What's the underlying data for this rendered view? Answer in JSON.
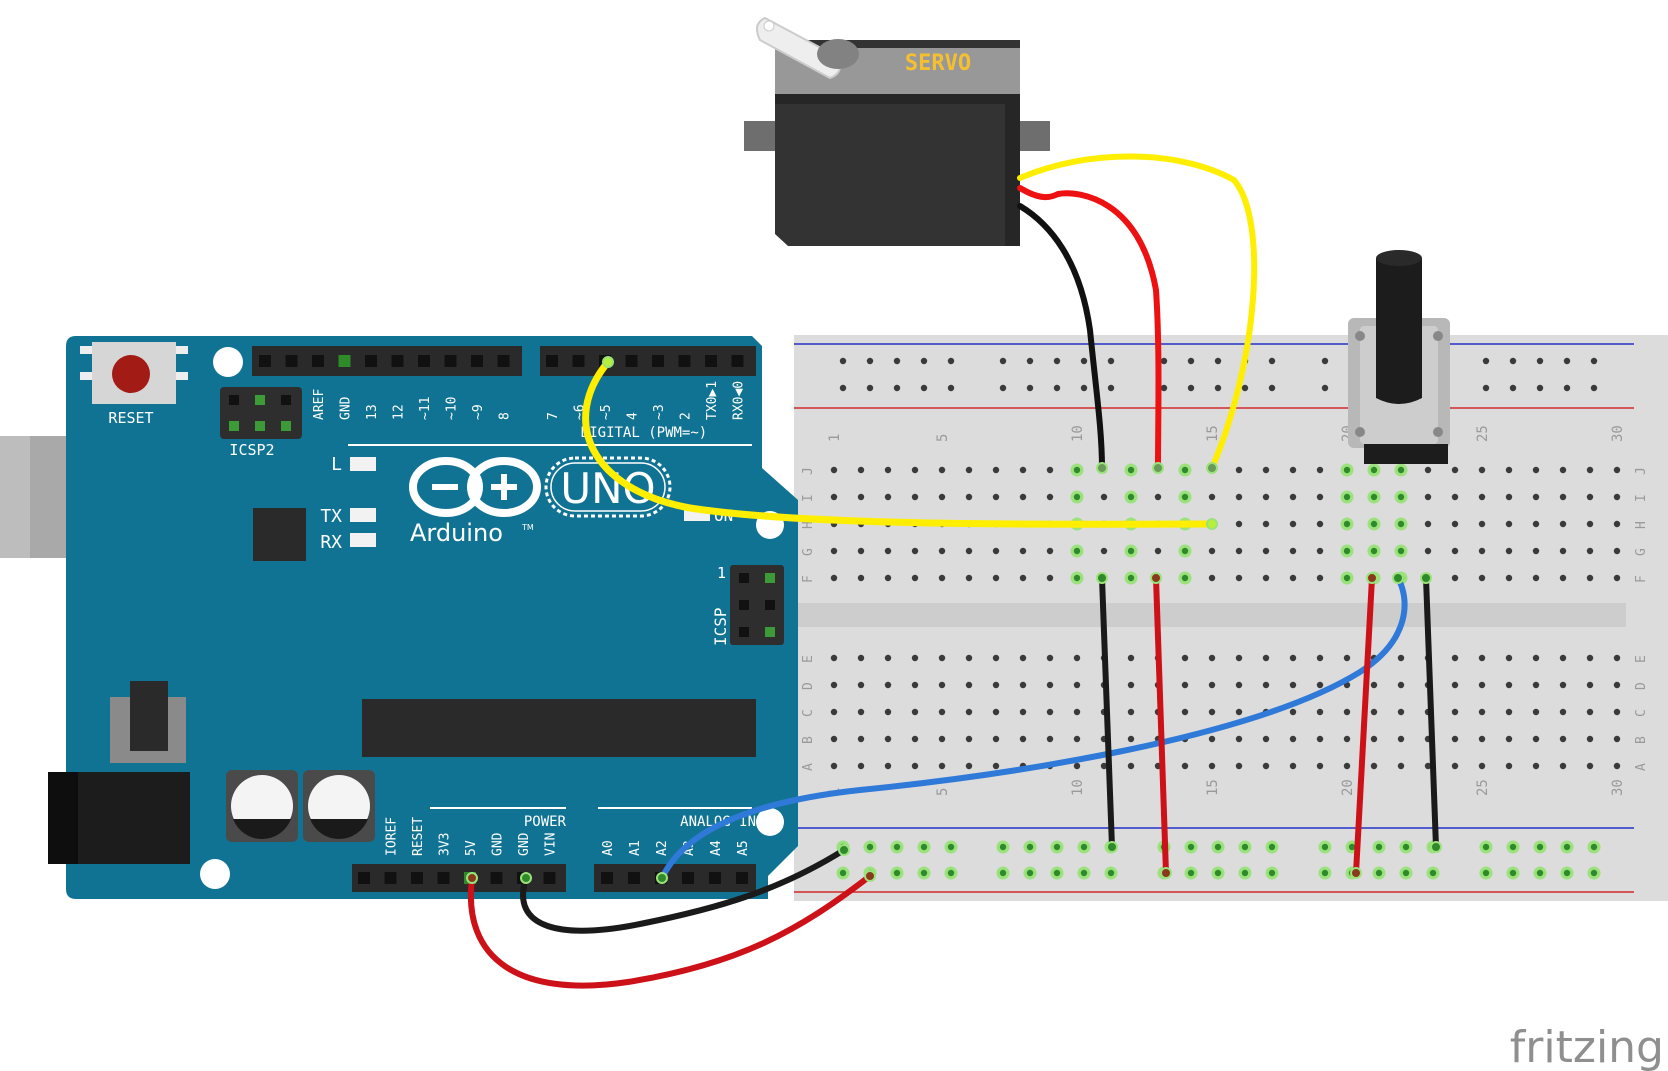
{
  "arduino": {
    "reset_label": "RESET",
    "icsp2_label": "ICSP2",
    "icsp_label": "ICSP",
    "icsp_pin1": "1",
    "brand": "Arduino",
    "tm": "TM",
    "model": "UNO",
    "led_l": "L",
    "led_tx": "TX",
    "led_rx": "RX",
    "led_on": "ON",
    "digital_header": "DIGITAL (PWM=~)",
    "digital_pins": [
      "AREF",
      "GND",
      "13",
      "12",
      "~11",
      "~10",
      "~9",
      "8",
      "7",
      "~6",
      "~5",
      "4",
      "~3",
      "2",
      "TX0▶1",
      "RX0◀0"
    ],
    "power_header": "POWER",
    "power_pins": [
      "IOREF",
      "RESET",
      "3V3",
      "5V",
      "GND",
      "GND",
      "VIN"
    ],
    "analog_header": "ANALOG IN",
    "analog_pins": [
      "A0",
      "A1",
      "A2",
      "A3",
      "A4",
      "A5"
    ]
  },
  "servo": {
    "label": "SERVO"
  },
  "breadboard": {
    "column_numbers": [
      "1",
      "5",
      "10",
      "15",
      "20",
      "25",
      "30"
    ],
    "rows_top": [
      "J",
      "I",
      "H",
      "G",
      "F"
    ],
    "rows_bottom": [
      "E",
      "D",
      "C",
      "B",
      "A"
    ]
  },
  "wires": {
    "servo_signal": "#ffee00",
    "servo_power": "#ee1111",
    "servo_ground": "#111111",
    "pot_signal": "#2f79d8",
    "power_5v": "#cc1119",
    "ground": "#1a1a1a",
    "jumper_red": "#cc1119",
    "jumper_black": "#1a1a1a"
  },
  "watermark": "fritzing"
}
